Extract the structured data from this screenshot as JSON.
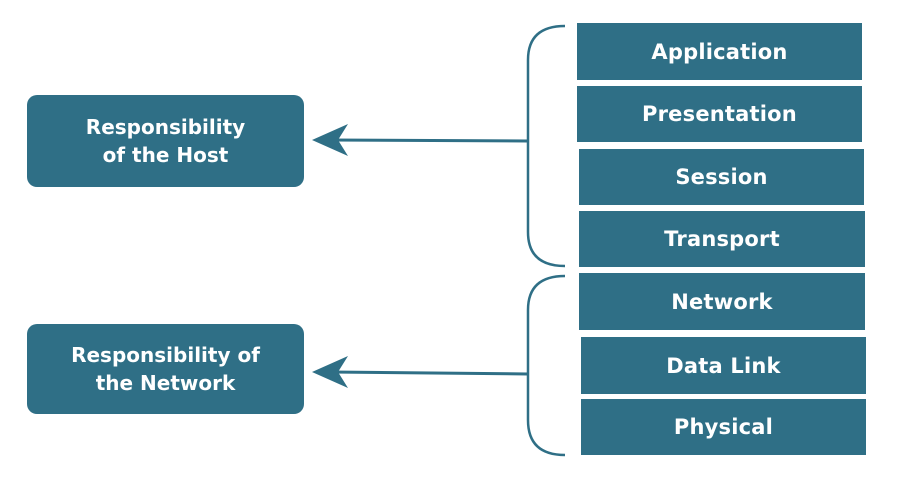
{
  "host_box": {
    "label": "Responsibility\nof the Host"
  },
  "network_box": {
    "label": "Responsibility of\nthe Network"
  },
  "layers": [
    {
      "label": "Application"
    },
    {
      "label": "Presentation"
    },
    {
      "label": "Session"
    },
    {
      "label": "Transport"
    },
    {
      "label": "Network"
    },
    {
      "label": "Data Link"
    },
    {
      "label": "Physical"
    }
  ],
  "colors": {
    "box_fill": "#2f6f86",
    "text": "#ffffff",
    "connector": "#2f6f86"
  }
}
